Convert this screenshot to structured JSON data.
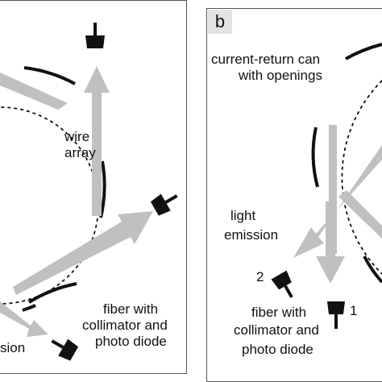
{
  "panel_a": {
    "wire_array_label": [
      "wire",
      "array"
    ],
    "detector_label": [
      "fiber with",
      "collimator and",
      "photo diode"
    ],
    "emission_label_fragment": "sion"
  },
  "panel_b": {
    "letter": "b",
    "can_label": [
      "current-return can",
      "with openings"
    ],
    "light_emission_label": [
      "light",
      "emission"
    ],
    "detector_label": [
      "fiber with",
      "collimator and",
      "photo diode"
    ],
    "detector_1_number": "1",
    "detector_2_number": "2"
  },
  "colors": {
    "arrow": "#c0c0c0",
    "line": "#111111",
    "frame": "#555555"
  }
}
